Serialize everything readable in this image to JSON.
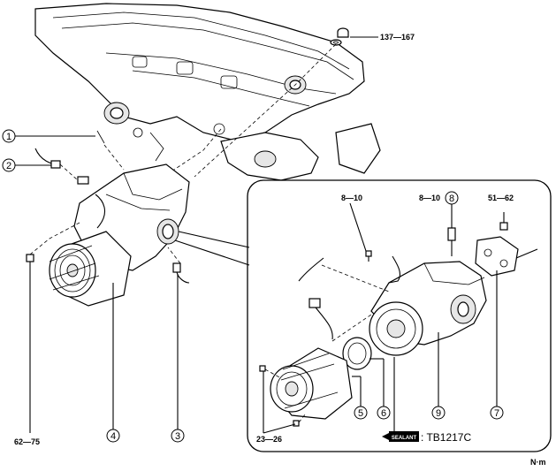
{
  "callouts": [
    {
      "id": "c1",
      "num": "1"
    },
    {
      "id": "c2",
      "num": "2"
    },
    {
      "id": "c3",
      "num": "3"
    },
    {
      "id": "c4",
      "num": "4"
    },
    {
      "id": "c5",
      "num": "5"
    },
    {
      "id": "c6",
      "num": "6"
    },
    {
      "id": "c7",
      "num": "7"
    },
    {
      "id": "c8",
      "num": "8"
    },
    {
      "id": "c9",
      "num": "9"
    }
  ],
  "torques": {
    "mount_nut": "137—167",
    "mount_bolt": "62—75",
    "detail_bolt_a": "8—10",
    "detail_bolt_b": "8—10",
    "bracket_bolt": "51—62",
    "cover_bolt": "23—26"
  },
  "sealant": {
    "badge": "SEALANT",
    "code": ": TB1217C"
  },
  "unit": "N·m"
}
